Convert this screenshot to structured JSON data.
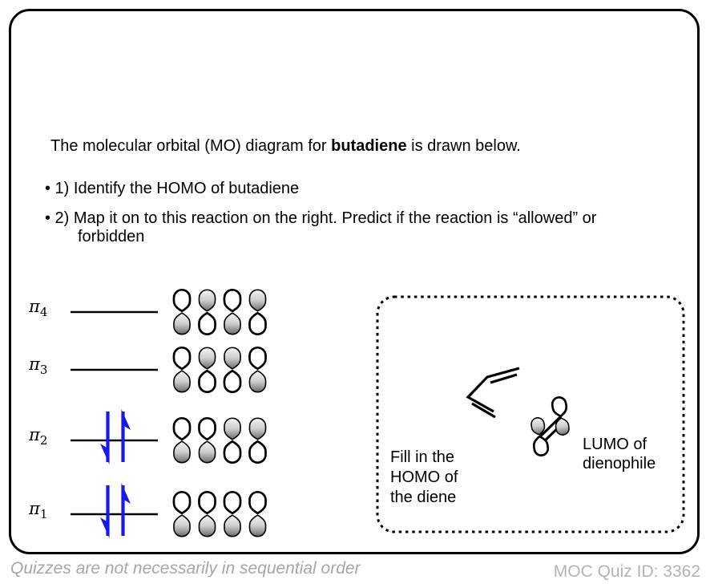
{
  "card": {
    "question": {
      "intro_prefix": "The molecular orbital (MO) diagram for ",
      "intro_bold": "butadiene",
      "intro_suffix": " is drawn below.",
      "bullets": [
        "• 1) Identify the HOMO of butadiene",
        "• 2) Map it on to this reaction on the right. Predict if the reaction is “allowed” or\nforbidden"
      ]
    },
    "mo_diagram": {
      "levels": [
        {
          "label": "π",
          "subscript": "4",
          "electrons": 0,
          "lobe_phases": [
            "+",
            "-",
            "+",
            "-"
          ]
        },
        {
          "label": "π",
          "subscript": "3",
          "electrons": 0,
          "lobe_phases": [
            "+",
            "-",
            "-",
            "+"
          ]
        },
        {
          "label": "π",
          "subscript": "2",
          "electrons": 2,
          "lobe_phases": [
            "+",
            "+",
            "-",
            "-"
          ]
        },
        {
          "label": "π",
          "subscript": "1",
          "electrons": 2,
          "lobe_phases": [
            "+",
            "+",
            "+",
            "+"
          ]
        }
      ]
    },
    "reaction_panel": {
      "fill_in_label": "Fill in the\nHOMO of\nthe diene",
      "lumo_label": "LUMO of\ndienophile",
      "dienophile_phases": {
        "upper": "+",
        "lower": "-"
      }
    }
  },
  "footer": {
    "note": "Quizzes are not necessarily in sequential order",
    "quiz_id": "MOC Quiz ID: 3362"
  },
  "colors": {
    "electron_arrow": "#1717ee",
    "footer_note": "#a6a6a6",
    "footer_id": "#b3b3b3",
    "line": "#000000"
  }
}
